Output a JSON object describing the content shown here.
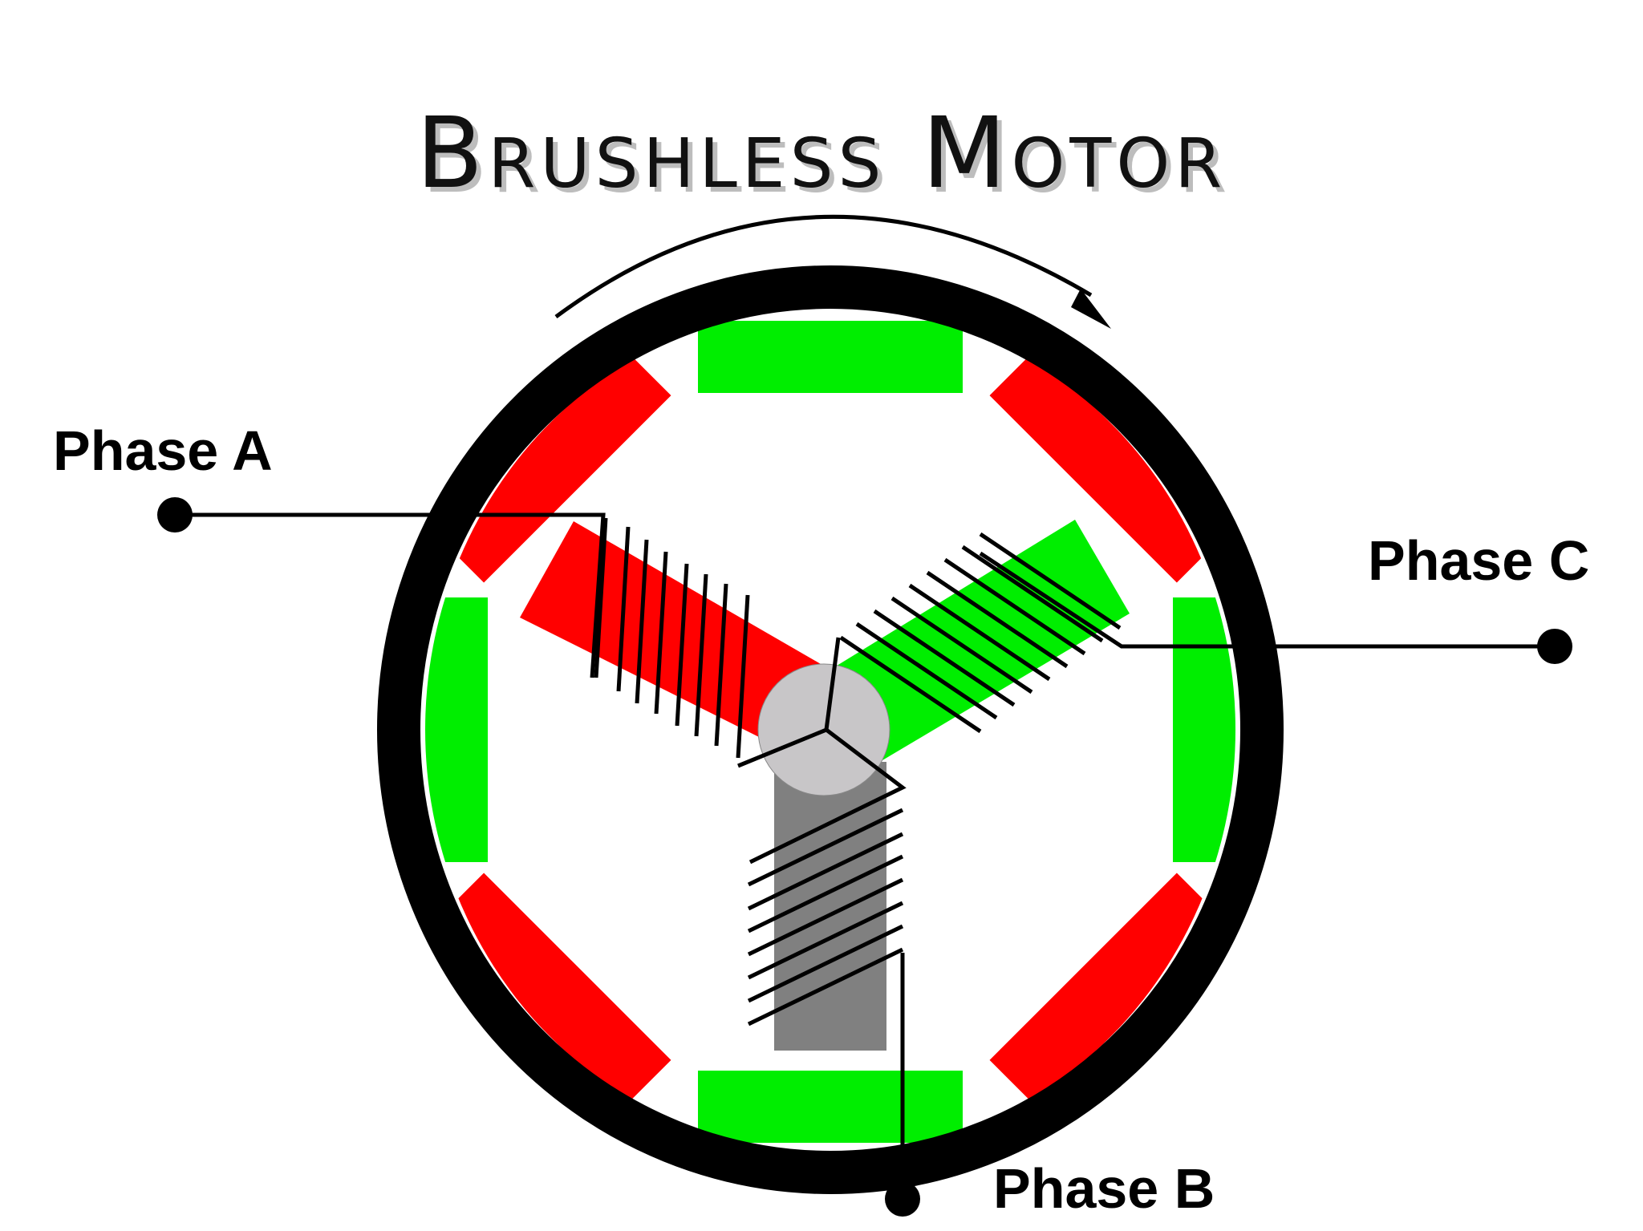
{
  "title": "Brushless Motor",
  "labels": {
    "phase_a": "Phase A",
    "phase_b": "Phase B",
    "phase_c": "Phase C"
  },
  "colors": {
    "magnet_red": "#ff0000",
    "magnet_green": "#00ee00",
    "housing": "#000000",
    "shaft": "#c8c6c8",
    "coil_b_core": "#808080",
    "wire": "#000000"
  }
}
